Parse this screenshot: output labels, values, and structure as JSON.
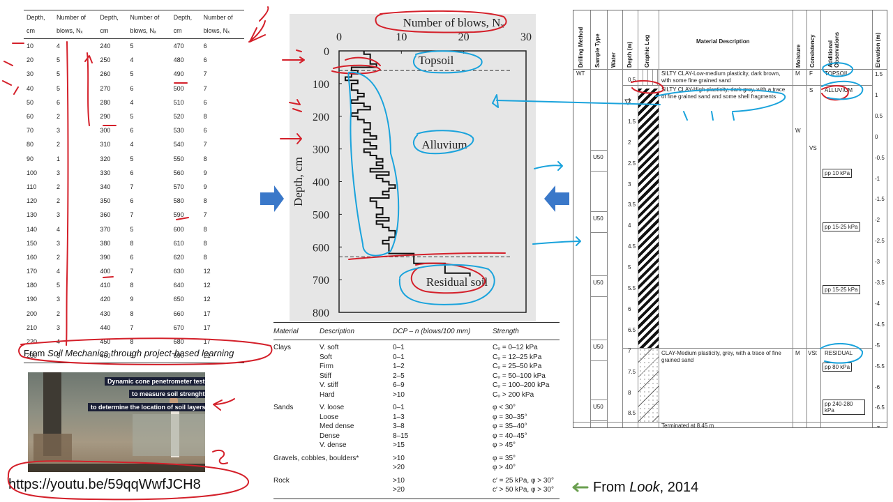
{
  "blow_table": {
    "headers": [
      {
        "a": "Depth,",
        "b": "cm"
      },
      {
        "a": "Number of",
        "b": "blows, Nₓ"
      },
      {
        "a": "Depth,",
        "b": "cm"
      },
      {
        "a": "Number of",
        "b": "blows, Nₓ"
      },
      {
        "a": "Depth,",
        "b": "cm"
      },
      {
        "a": "Number of",
        "b": "blows, Nₓ"
      }
    ],
    "rows": [
      [
        "10",
        "4",
        "240",
        "5",
        "470",
        "6"
      ],
      [
        "20",
        "5",
        "250",
        "4",
        "480",
        "6"
      ],
      [
        "30",
        "5",
        "260",
        "5",
        "490",
        "7"
      ],
      [
        "40",
        "5",
        "270",
        "6",
        "500",
        "7"
      ],
      [
        "50",
        "6",
        "280",
        "4",
        "510",
        "6"
      ],
      [
        "60",
        "2",
        "290",
        "5",
        "520",
        "8"
      ],
      [
        "70",
        "3",
        "300",
        "6",
        "530",
        "6"
      ],
      [
        "80",
        "2",
        "310",
        "4",
        "540",
        "7"
      ],
      [
        "90",
        "1",
        "320",
        "5",
        "550",
        "8"
      ],
      [
        "100",
        "3",
        "330",
        "6",
        "560",
        "9"
      ],
      [
        "110",
        "2",
        "340",
        "7",
        "570",
        "9"
      ],
      [
        "120",
        "2",
        "350",
        "6",
        "580",
        "8"
      ],
      [
        "130",
        "3",
        "360",
        "7",
        "590",
        "7"
      ],
      [
        "140",
        "4",
        "370",
        "5",
        "600",
        "8"
      ],
      [
        "150",
        "3",
        "380",
        "8",
        "610",
        "8"
      ],
      [
        "160",
        "2",
        "390",
        "6",
        "620",
        "8"
      ],
      [
        "170",
        "4",
        "400",
        "7",
        "630",
        "12"
      ],
      [
        "180",
        "5",
        "410",
        "8",
        "640",
        "12"
      ],
      [
        "190",
        "3",
        "420",
        "9",
        "650",
        "12"
      ],
      [
        "200",
        "2",
        "430",
        "8",
        "660",
        "17"
      ],
      [
        "210",
        "3",
        "440",
        "7",
        "670",
        "17"
      ],
      [
        "220",
        "4",
        "450",
        "8",
        "680",
        "17"
      ],
      [
        "230",
        "5",
        "460",
        "5",
        "690",
        "21"
      ]
    ]
  },
  "credits": {
    "book_prefix": "From ",
    "book_title": "Soil Mechanics through project-based learning",
    "look_prefix": "From ",
    "look_author": "Look",
    "look_year": ", 2014",
    "url": "https://youtu.be/59qqWwfJCH8"
  },
  "video": {
    "captions": [
      "Dynamic cone penetrometer test",
      "to measure soil strenght",
      "to determine the location of soil layers"
    ]
  },
  "chart_data": {
    "type": "line",
    "title": "Number of blows, Nₓ",
    "ylabel": "Depth, cm",
    "xlim": [
      0,
      30
    ],
    "ylim": [
      800,
      0
    ],
    "xticks": [
      "0",
      "10",
      "20",
      "30"
    ],
    "yticks": [
      "0",
      "100",
      "200",
      "300",
      "400",
      "500",
      "600",
      "700",
      "800"
    ],
    "depth_cm": [
      10,
      20,
      30,
      40,
      50,
      60,
      70,
      80,
      90,
      100,
      110,
      120,
      130,
      140,
      150,
      160,
      170,
      180,
      190,
      200,
      210,
      220,
      230,
      240,
      250,
      260,
      270,
      280,
      290,
      300,
      310,
      320,
      330,
      340,
      350,
      360,
      370,
      380,
      390,
      400,
      410,
      420,
      430,
      440,
      450,
      460,
      470,
      480,
      490,
      500,
      510,
      520,
      530,
      540,
      550,
      560,
      570,
      580,
      590,
      600,
      610,
      620,
      630,
      640,
      650,
      660,
      670,
      680,
      690
    ],
    "blows": [
      4,
      5,
      5,
      5,
      6,
      2,
      3,
      2,
      1,
      3,
      2,
      2,
      3,
      4,
      3,
      2,
      4,
      5,
      3,
      2,
      3,
      4,
      5,
      5,
      4,
      5,
      6,
      4,
      5,
      6,
      4,
      5,
      6,
      7,
      6,
      7,
      5,
      8,
      6,
      7,
      8,
      9,
      8,
      7,
      8,
      5,
      6,
      6,
      7,
      7,
      6,
      8,
      6,
      7,
      8,
      9,
      9,
      8,
      7,
      8,
      8,
      8,
      12,
      12,
      12,
      17,
      17,
      17,
      21
    ],
    "layer_labels": [
      "Topsoil",
      "Alluvium",
      "Residual soil"
    ],
    "boundaries_cm": [
      60,
      630
    ]
  },
  "strength_table": {
    "headers": [
      "Material",
      "Description",
      "DCP – n (blows/100 mm)",
      "Strength"
    ],
    "rows": [
      [
        "Clays",
        "V. soft",
        "0–1",
        "Cᵤ = 0–12 kPa"
      ],
      [
        "",
        "Soft",
        "0–1",
        "Cᵤ = 12–25 kPa"
      ],
      [
        "",
        "Firm",
        "1–2",
        "Cᵤ = 25–50 kPa"
      ],
      [
        "",
        "Stiff",
        "2–5",
        "Cᵤ = 50–100 kPa"
      ],
      [
        "",
        "V. stiff",
        "6–9",
        "Cᵤ = 100–200 kPa"
      ],
      [
        "",
        "Hard",
        ">10",
        "Cᵤ > 200 kPa"
      ],
      [
        "Sands",
        "V. loose",
        "0–1",
        "φ < 30°"
      ],
      [
        "",
        "Loose",
        "1–3",
        "φ = 30–35°"
      ],
      [
        "",
        "Med dense",
        "3–8",
        "φ = 35–40°"
      ],
      [
        "",
        "Dense",
        "8–15",
        "φ = 40–45°"
      ],
      [
        "",
        "V. dense",
        ">15",
        "φ > 45°"
      ],
      [
        "Gravels, cobbles, boulders*",
        "",
        ">10",
        "φ = 35°"
      ],
      [
        "",
        "",
        ">20",
        "φ > 40°"
      ],
      [
        "Rock",
        "",
        ">10",
        "c′ = 25 kPa, φ > 30°"
      ],
      [
        "",
        "",
        ">20",
        "c′ > 50 kPa, φ > 30°"
      ]
    ]
  },
  "borehole_log": {
    "headers": [
      "Drilling Method",
      "Sample Type",
      "Water",
      "Depth (m)",
      "Graphic Log",
      "Material Description",
      "Moisture",
      "Consistency",
      "Additional Observations",
      "Elevation (m)"
    ],
    "drilling_method": "WT",
    "samples": [
      "U50",
      "U50",
      "U50",
      "U50",
      "U50"
    ],
    "depth_ticks": [
      "0.5",
      "1",
      "1.5",
      "2",
      "2.5",
      "3",
      "3.5",
      "4",
      "4.5",
      "5",
      "5.5",
      "6",
      "6.5",
      "7",
      "7.5",
      "8",
      "8.5"
    ],
    "elevation_ticks": [
      "1.5",
      "1",
      "0.5",
      "0",
      "-0.5",
      "-1",
      "-1.5",
      "-2",
      "-2.5",
      "-3",
      "-3.5",
      "-4",
      "-4.5",
      "-5",
      "-5.5",
      "-6",
      "-6.5",
      "-7"
    ],
    "layers": [
      {
        "desc": "SILTY CLAY-Low-medium plasticity, dark brown, with some fine grained sand",
        "moisture": "M",
        "consistency": "F",
        "obs": "TOPSOIL"
      },
      {
        "desc": "SILTY CLAY-High plasticity, dark grey, with a trace of fine grained sand and some shell fragments",
        "moisture": "W",
        "consistency": "S",
        "consistency2": "VS",
        "obs": "ALLUVIUM"
      },
      {
        "desc": "CLAY-Medium plasticity, grey, with a trace of fine grained sand",
        "moisture": "M",
        "consistency": "VSt",
        "obs": "RESIDUAL"
      }
    ],
    "pp_tests": [
      "pp 10 kPa",
      "pp 15-25 kPa",
      "pp 15-25 kPa",
      "pp 80 kPa",
      "pp 240-280 kPa"
    ],
    "terminated": "Terminated at 8.45 m"
  },
  "colors": {
    "ink_red": "#d4202a",
    "ink_blue": "#1aa3dc",
    "arrow_blue": "#3a78c9",
    "arrow_green": "#6a9f4f"
  }
}
